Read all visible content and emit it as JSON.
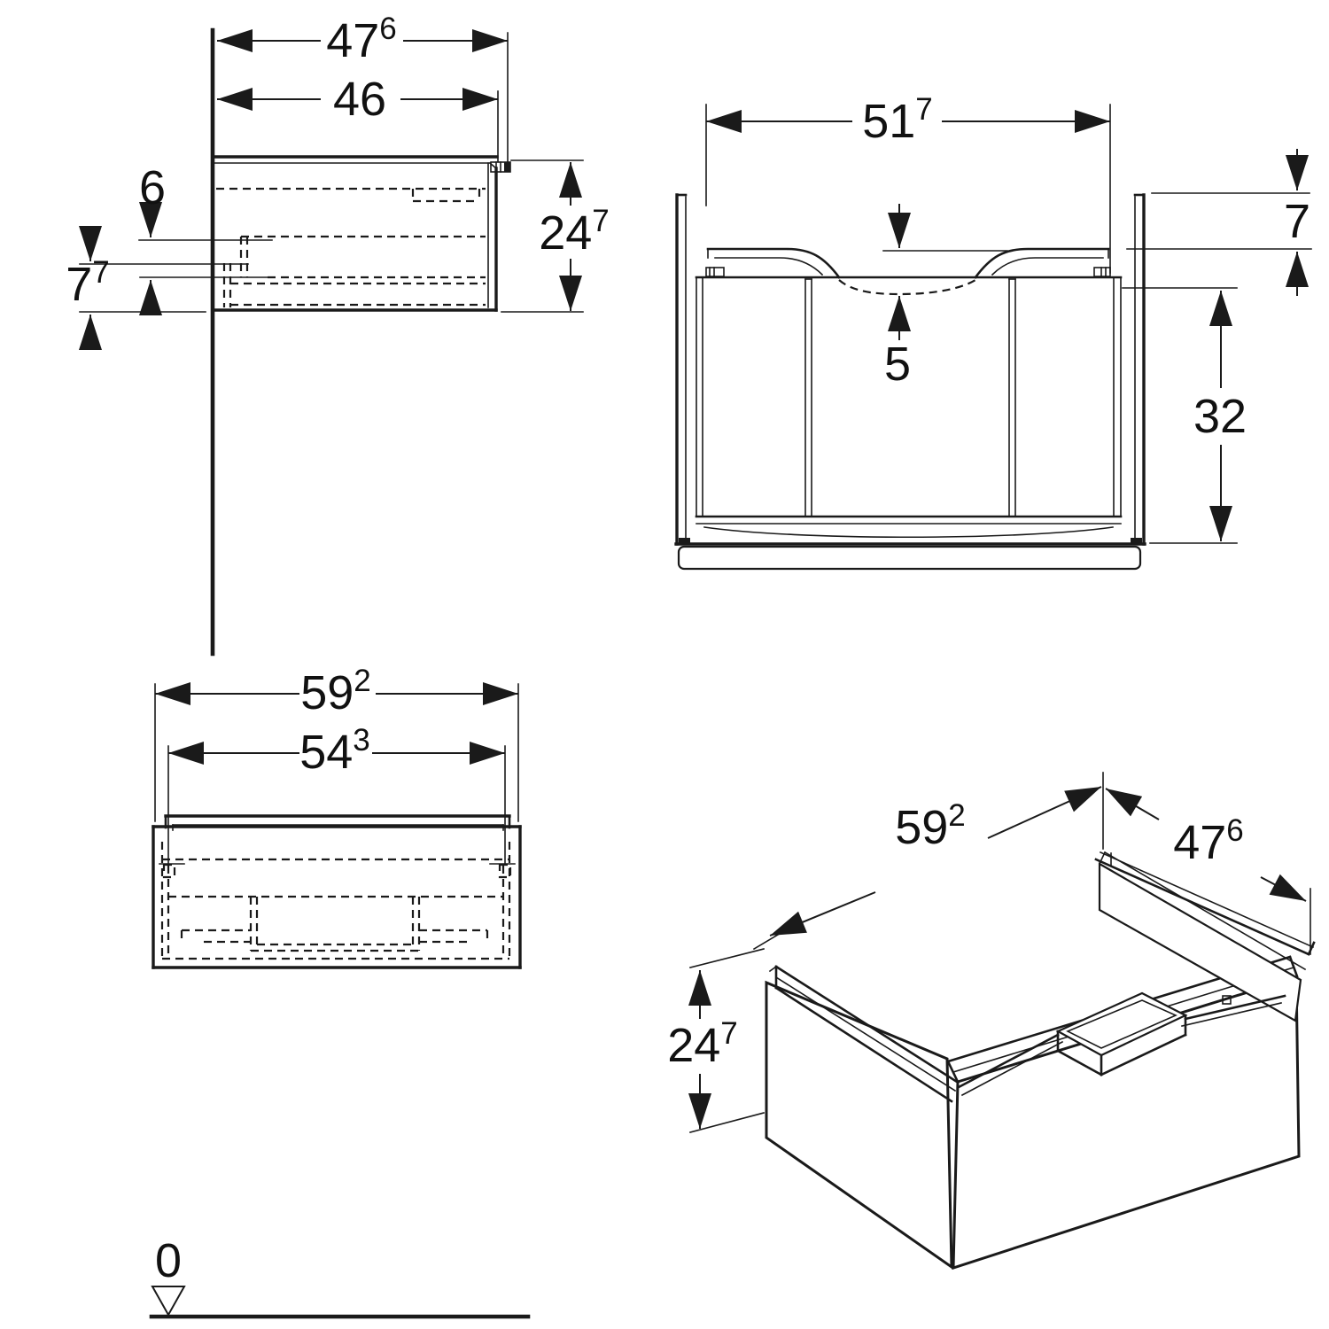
{
  "drawing": {
    "background": "#ffffff",
    "line_color": "#1a1a1a",
    "side_view": {
      "dims": {
        "overall_depth": {
          "main": "47",
          "sup": "6"
        },
        "drawer_depth": {
          "main": "46",
          "sup": ""
        },
        "height": {
          "main": "24",
          "sup": "7"
        },
        "top_gap": {
          "main": "6",
          "sup": ""
        },
        "bottom_gap": {
          "main": "7",
          "sup": "7"
        }
      }
    },
    "front_view": {
      "dims": {
        "inner_width": {
          "main": "51",
          "sup": "7"
        },
        "side_top": {
          "main": "7",
          "sup": ""
        },
        "basin_recess": {
          "main": "5",
          "sup": ""
        },
        "inner_height": {
          "main": "32",
          "sup": ""
        }
      }
    },
    "plan_view": {
      "dims": {
        "overall_width": {
          "main": "59",
          "sup": "2"
        },
        "inner_width": {
          "main": "54",
          "sup": "3"
        }
      }
    },
    "iso_view": {
      "dims": {
        "width": {
          "main": "59",
          "sup": "2"
        },
        "depth": {
          "main": "47",
          "sup": "6"
        },
        "height": {
          "main": "24",
          "sup": "7"
        }
      }
    },
    "datum": {
      "label": "0"
    }
  }
}
